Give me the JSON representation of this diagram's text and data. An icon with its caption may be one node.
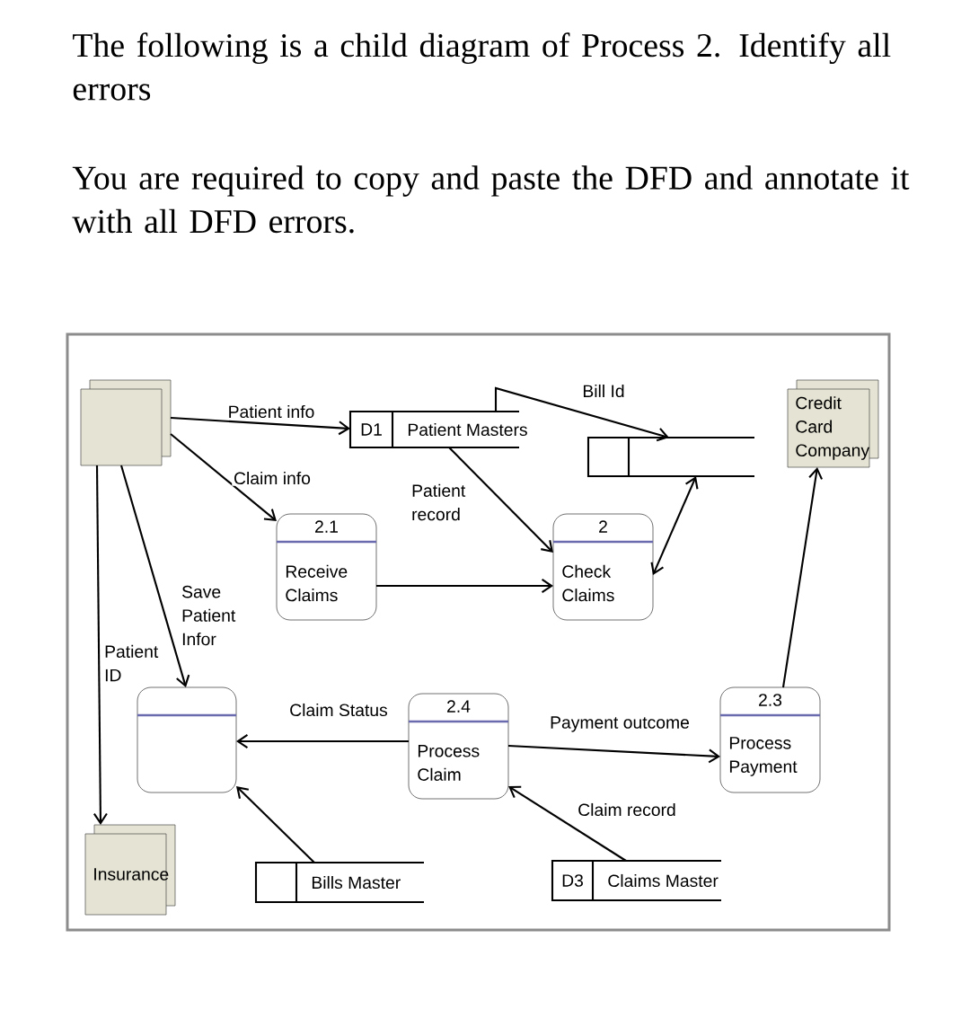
{
  "diagram": {
    "title": "The following is a child diagram of Process 2. Identify all errors",
    "nodes": [
      {
        "text": [],
        "shape": "box"
      },
      {
        "text": [
          "D1",
          "Patient Masters"
        ]
      },
      {
        "text": [],
        "shape": "box"
      },
      {
        "text": [
          "Credit Card Company"
        ]
      },
      {
        "text": [
          "2.1",
          "Receive Claims"
        ]
      },
      {
        "text": [
          "2",
          "Check Claims"
        ]
      },
      {
        "text": [],
        "shape": "box"
      },
      {
        "text": [
          "2.4",
          "Process Claim"
        ]
      },
      {
        "text": [
          "2.3",
          "Process Payment"
        ]
      },
      {
        "text": [
          "Insurance"
        ]
      },
      {
        "text": [
          "Bills Master"
        ]
      },
      {
        "text": [
          "D3",
          "Claims Master"
        ]
      }
    ],
    "edges": [
      {
        "from": 0,
        "to": 1,
        "arrow": "to",
        "label": "Patient info"
      },
      {
        "from": 0,
        "to": 4,
        "arrow": "to",
        "label": "Claim info"
      },
      {
        "from": 1,
        "to": 5,
        "arrow": "to",
        "label": "Patient record"
      },
      {
        "from": 1,
        "to": 2,
        "arrow": "to",
        "label": "Bill Id"
      },
      {
        "from": 4,
        "to": 5,
        "arrow": "to"
      },
      {
        "from": 5,
        "to": 2,
        "arrow": "both"
      },
      {
        "from": 0,
        "to": 6,
        "arrow": "to",
        "label": "Save Patient Infor"
      },
      {
        "from": 0,
        "to": 9,
        "arrow": "to",
        "label": "Patient ID"
      },
      {
        "from": 7,
        "to": 6,
        "arrow": "to",
        "label": "Claim Status"
      },
      {
        "from": 7,
        "to": 8,
        "arrow": "to",
        "label": "Payment outcome"
      },
      {
        "from": 8,
        "to": 3,
        "arrow": "to"
      },
      {
        "from": 10,
        "to": 6,
        "arrow": "to"
      },
      {
        "from": 11,
        "to": 7,
        "arrow": "to",
        "label": "Claim record"
      }
    ],
    "labels": [
      "You are required to copy and paste the DFD and annotate it with all DFD errors."
    ]
  }
}
